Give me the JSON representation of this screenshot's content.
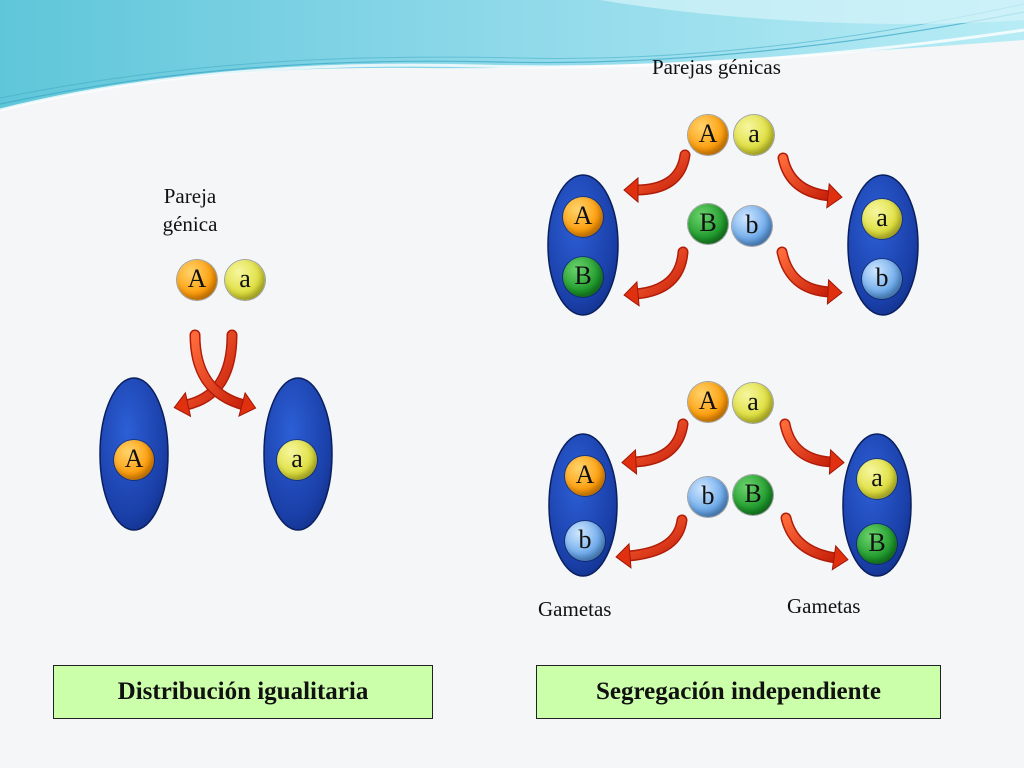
{
  "left": {
    "pair_label": [
      "Pareja",
      "génica"
    ],
    "pair": [
      "A",
      "a"
    ],
    "gametes": [
      "A",
      "a"
    ],
    "title": "Distribución igualitaria"
  },
  "right": {
    "pair_label": "Parejas génicas",
    "top": {
      "pair1": [
        "A",
        "a"
      ],
      "pair2": [
        "B",
        "b"
      ],
      "gamete_left": [
        "A",
        "B"
      ],
      "gamete_right": [
        "a",
        "b"
      ]
    },
    "bottom": {
      "pair1": [
        "A",
        "a"
      ],
      "pair2": [
        "b",
        "B"
      ],
      "gamete_left": [
        "A",
        "b"
      ],
      "gamete_right": [
        "a",
        "B"
      ]
    },
    "gametes_label_left": "Gametas",
    "gametes_label_right": "Gametas",
    "title": "Segregación independiente"
  },
  "colors": {
    "cell": "#1a3fa8",
    "arrow": "#e03010",
    "title_box": "#ccffaa",
    "allele_dominant_A": "#ff9d0b",
    "allele_recessive_a": "#dede3c",
    "allele_dominant_B": "#1f9a2c",
    "allele_recessive_b": "#6aa8ea"
  }
}
